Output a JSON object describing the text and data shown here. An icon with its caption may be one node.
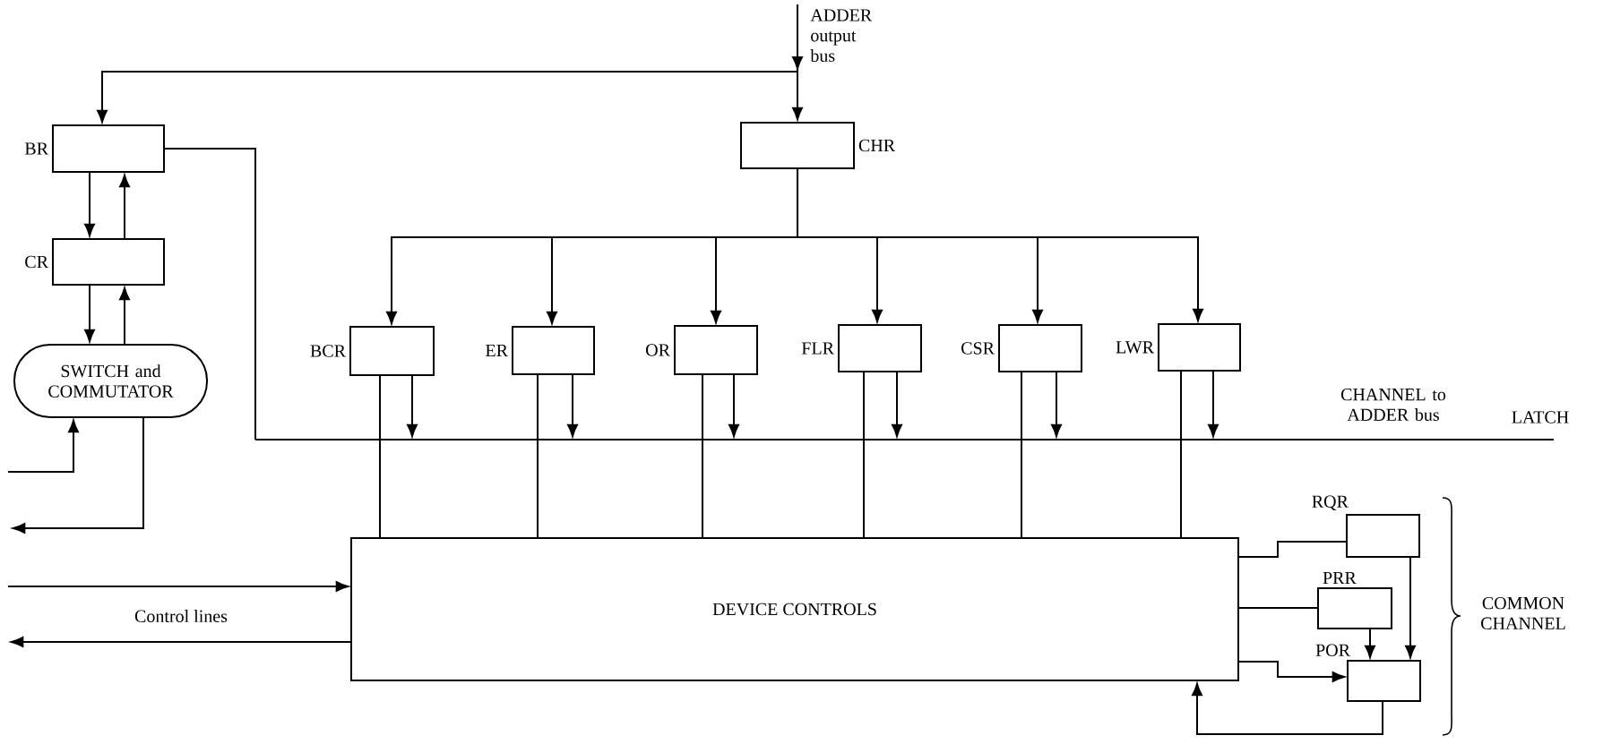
{
  "diagram": {
    "nodes": [
      {
        "text": [
          "BR"
        ]
      },
      {
        "text": [
          "CR"
        ]
      },
      {
        "text": [
          "SWITCH and COMMUTATOR"
        ]
      },
      {
        "text": [
          "CHR"
        ]
      },
      {
        "text": [
          "BCR"
        ]
      },
      {
        "text": [
          "ER"
        ]
      },
      {
        "text": [
          "OR"
        ]
      },
      {
        "text": [
          "FLR"
        ]
      },
      {
        "text": [
          "CSR"
        ]
      },
      {
        "text": [
          "LWR"
        ]
      },
      {
        "text": [
          "DEVICE CONTROLS"
        ]
      },
      {
        "text": [
          "RQR"
        ]
      },
      {
        "text": [
          "PRR"
        ]
      },
      {
        "text": [
          "POR"
        ]
      }
    ],
    "edges": [
      {
        "from": null,
        "to": 3,
        "arrow": "to"
      },
      {
        "from": null,
        "to": 0,
        "arrow": "to"
      },
      {
        "from": 0,
        "to": 1,
        "arrow": "to"
      },
      {
        "from": 1,
        "to": 0,
        "arrow": "to"
      },
      {
        "from": 1,
        "to": 2,
        "arrow": "to"
      },
      {
        "from": 2,
        "to": 1,
        "arrow": "to"
      },
      {
        "from": null,
        "to": 2,
        "arrow": "to"
      },
      {
        "from": 2,
        "to": null,
        "arrow": "to"
      },
      {
        "from": 0,
        "to": null,
        "arrow": "none"
      },
      {
        "from": 3,
        "to": 4,
        "arrow": "to"
      },
      {
        "from": 3,
        "to": 5,
        "arrow": "to"
      },
      {
        "from": 3,
        "to": 6,
        "arrow": "to"
      },
      {
        "from": 3,
        "to": 7,
        "arrow": "to"
      },
      {
        "from": 3,
        "to": 8,
        "arrow": "to"
      },
      {
        "from": 3,
        "to": 9,
        "arrow": "to"
      },
      {
        "from": 4,
        "to": null,
        "arrow": "to"
      },
      {
        "from": 5,
        "to": null,
        "arrow": "to"
      },
      {
        "from": 6,
        "to": null,
        "arrow": "to"
      },
      {
        "from": 7,
        "to": null,
        "arrow": "to"
      },
      {
        "from": 8,
        "to": null,
        "arrow": "to"
      },
      {
        "from": 9,
        "to": null,
        "arrow": "to"
      },
      {
        "from": 4,
        "to": 10,
        "arrow": "none"
      },
      {
        "from": 5,
        "to": 10,
        "arrow": "none"
      },
      {
        "from": 6,
        "to": 10,
        "arrow": "none"
      },
      {
        "from": 7,
        "to": 10,
        "arrow": "none"
      },
      {
        "from": 8,
        "to": 10,
        "arrow": "none"
      },
      {
        "from": 9,
        "to": 10,
        "arrow": "none"
      },
      {
        "from": null,
        "to": 10,
        "arrow": "to"
      },
      {
        "from": 10,
        "to": null,
        "arrow": "to"
      },
      {
        "from": 10,
        "to": 11,
        "arrow": "none"
      },
      {
        "from": 10,
        "to": 12,
        "arrow": "none"
      },
      {
        "from": 10,
        "to": 13,
        "arrow": "to"
      },
      {
        "from": 11,
        "to": 13,
        "arrow": "to"
      },
      {
        "from": 12,
        "to": 13,
        "arrow": "to"
      },
      {
        "from": 13,
        "to": 10,
        "arrow": "to"
      }
    ],
    "labels": [
      "ADDER output bus",
      "CHANNEL to ADDER bus",
      "LATCH",
      "Control lines",
      "COMMON CHANNEL"
    ]
  }
}
